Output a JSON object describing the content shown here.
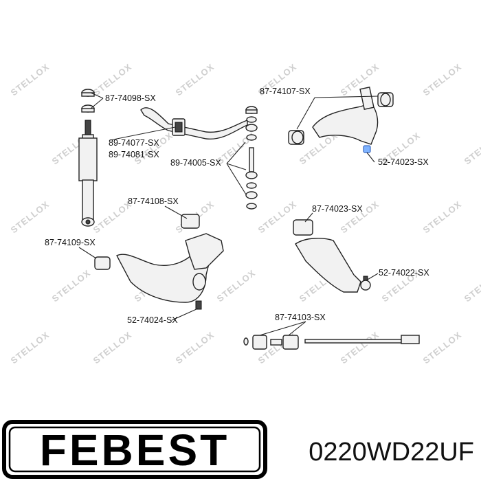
{
  "watermark": "STELLOX",
  "labels": {
    "a": "87-74098-SX",
    "b": "87-74107-SX",
    "c": "89-74077-SX",
    "d": "89-74081-SX",
    "e": "89-74005-SX",
    "f": "52-74023-SX",
    "g": "87-74108-SX",
    "h": "87-74023-SX",
    "i": "87-74109-SX",
    "j": "52-74022-SX",
    "k": "52-74024-SX",
    "l": "87-74103-SX"
  },
  "footer": {
    "brand": "FEBEST",
    "part_number": "0220WD22UF"
  },
  "colors": {
    "highlight": "#7fb3ff",
    "ink": "#111111"
  }
}
